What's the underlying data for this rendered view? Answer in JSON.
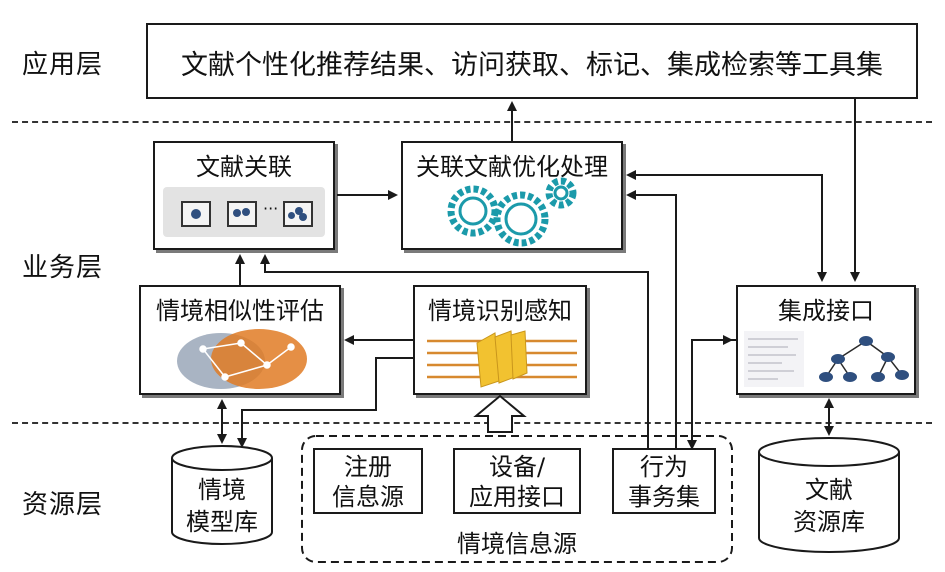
{
  "layers": {
    "application": "应用层",
    "business": "业务层",
    "resource": "资源层"
  },
  "app_box": "文献个性化推荐结果、访问获取、标记、集成检索等工具集",
  "doc_assoc": {
    "title": "文献关联",
    "ellipsis": "···"
  },
  "optimize": {
    "title": "关联文献优化处理"
  },
  "similarity": {
    "title": "情境相似性评估"
  },
  "recognition": {
    "title": "情境识别感知"
  },
  "integration": {
    "title": "集成接口"
  },
  "context_db": {
    "line1": "情境",
    "line2": "模型库"
  },
  "literature_db": {
    "line1": "文献",
    "line2": "资源库"
  },
  "sources": {
    "group_label": "情境信息源",
    "items": [
      {
        "line1": "注册",
        "line2": "信息源"
      },
      {
        "line1": "设备/",
        "line2": "应用接口"
      },
      {
        "line1": "行为",
        "line2": "事务集"
      }
    ]
  },
  "colors": {
    "gear": "#1b9aaa",
    "venn_orange": "#e07b24",
    "venn_gray": "#9aa7b8",
    "stripe": "#d7892f",
    "pixel_yellow": "#f2c230",
    "node_blue": "#2f4f7f"
  }
}
